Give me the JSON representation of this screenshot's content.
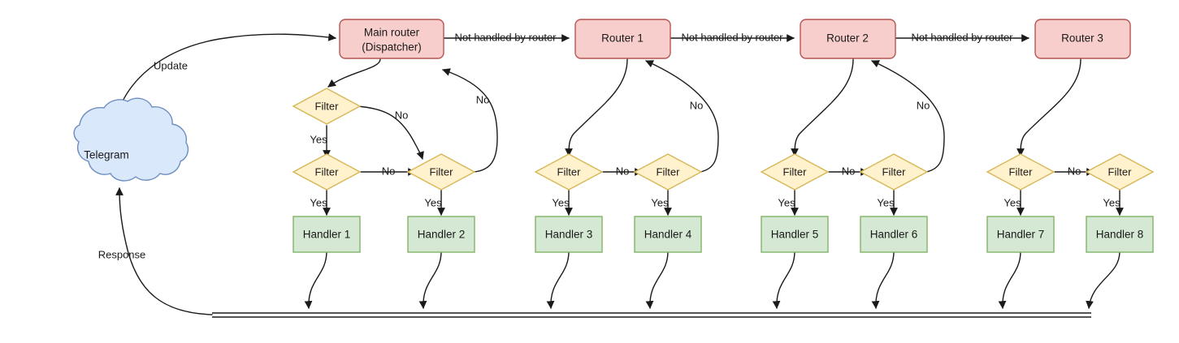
{
  "diagram": {
    "title": "Telegram bot update routing flow",
    "colors": {
      "router_fill": "#f8cecc",
      "router_stroke": "#b85450",
      "handler_fill": "#d5e8d4",
      "handler_stroke": "#82b366",
      "filter_fill": "#fff2cc",
      "filter_stroke": "#d6b656",
      "cloud_fill": "#dae8fc",
      "cloud_stroke": "#6c8ebf",
      "line": "#1a1a1a",
      "background": "#ffffff"
    },
    "source": {
      "label": "Telegram",
      "shape": "cloud"
    },
    "routers": [
      {
        "label_line1": "Main router",
        "label_line2": "(Dispatcher)"
      },
      {
        "label_line1": "Router 1",
        "label_line2": ""
      },
      {
        "label_line1": "Router 2",
        "label_line2": ""
      },
      {
        "label_line1": "Router 3",
        "label_line2": ""
      }
    ],
    "filters": [
      {
        "label": "Filter"
      },
      {
        "label": "Filter"
      },
      {
        "label": "Filter"
      },
      {
        "label": "Filter"
      },
      {
        "label": "Filter"
      },
      {
        "label": "Filter"
      },
      {
        "label": "Filter"
      },
      {
        "label": "Filter"
      },
      {
        "label": "Filter"
      }
    ],
    "handlers": [
      {
        "label": "Handler 1"
      },
      {
        "label": "Handler 2"
      },
      {
        "label": "Handler 3"
      },
      {
        "label": "Handler 4"
      },
      {
        "label": "Handler 5"
      },
      {
        "label": "Handler 6"
      },
      {
        "label": "Handler 7"
      },
      {
        "label": "Handler 8"
      }
    ],
    "edge_labels": {
      "update": "Update",
      "response": "Response",
      "not_handled": "Not handled by router",
      "yes": "Yes",
      "no": "No"
    },
    "not_handled_labels": [
      "Not handled by router",
      "Not handled by router",
      "Not handled by router"
    ],
    "yes_labels": [
      "Yes",
      "Yes",
      "Yes",
      "Yes",
      "Yes",
      "Yes",
      "Yes",
      "Yes",
      "Yes"
    ],
    "no_labels": [
      "No",
      "No",
      "No",
      "No",
      "No",
      "No",
      "No",
      "No"
    ],
    "response_bus": {
      "name": "response-bus",
      "style": "double-line"
    }
  }
}
